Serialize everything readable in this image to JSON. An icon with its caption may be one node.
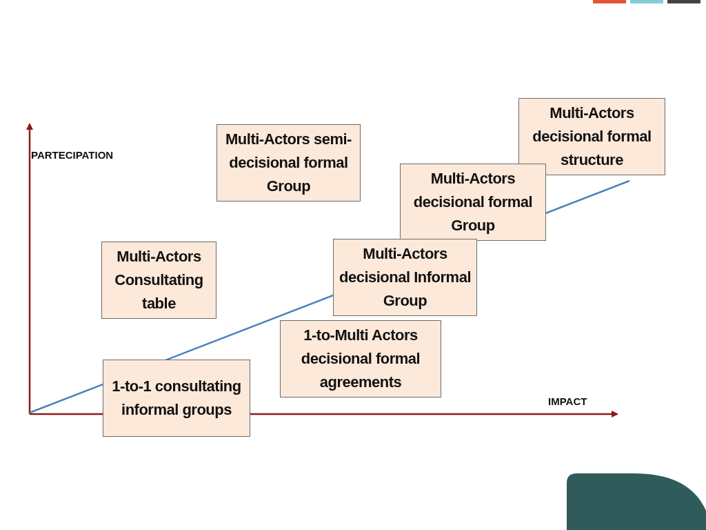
{
  "diagram": {
    "nodes": [
      {
        "text": [
          "Multi-Actors decisional formal structure"
        ]
      },
      {
        "text": [
          "Multi-Actors semi-decisional formal Group"
        ]
      },
      {
        "text": [
          "Multi-Actors decisional formal Group"
        ]
      },
      {
        "text": [
          "Multi-Actors decisional Informal Group"
        ]
      },
      {
        "text": [
          "Multi-Actors Consultating table"
        ]
      },
      {
        "text": [
          "1-to-Multi Actors decisional formal agreements"
        ]
      },
      {
        "text": [
          "1-to-1 consultating informal groups"
        ]
      }
    ],
    "edges": [],
    "labels": [
      "PARTECIPATION",
      "IMPACT"
    ]
  }
}
